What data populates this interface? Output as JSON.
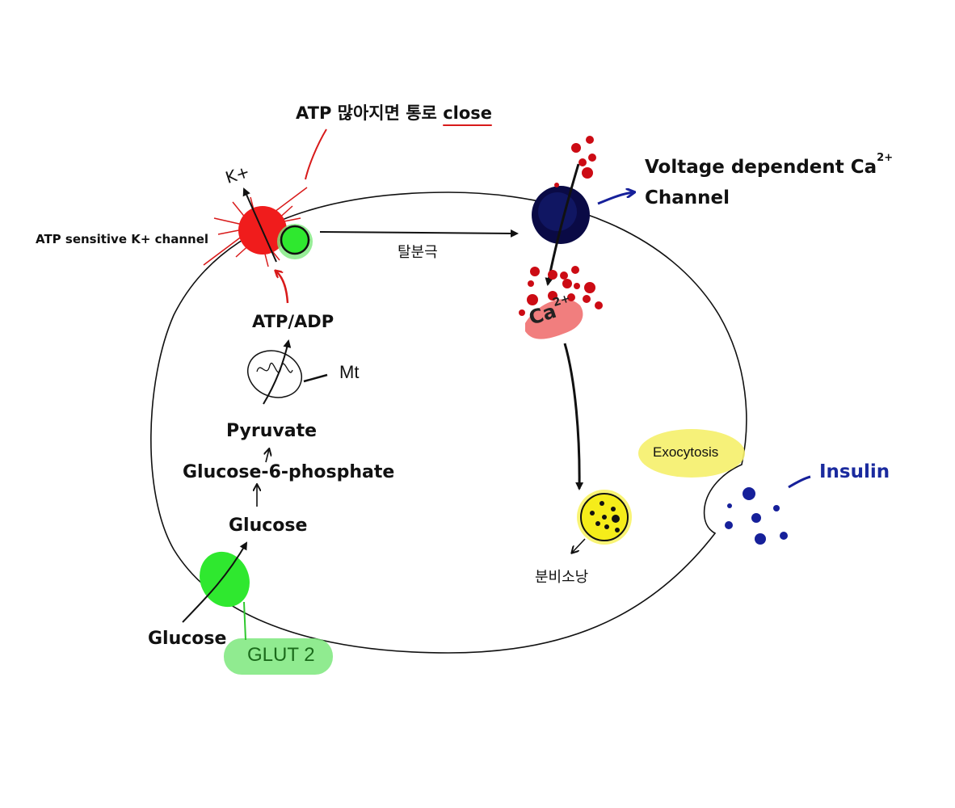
{
  "labels": {
    "atp_close_prefix": "ATP 많아지면 통로",
    "atp_close_word": "close",
    "katp_channel": "ATP sensitive K+ channel",
    "k_plus": "K+",
    "voltage_line1": "Voltage dependent Ca",
    "voltage_sup": "2+",
    "voltage_line2": "Channel",
    "depolarization": "탈분극",
    "calcium": "Ca",
    "calcium_sup": "2+",
    "atp_adp": "ATP/ADP",
    "mt": "Mt",
    "pyruvate": "Pyruvate",
    "g6p": "Glucose-6-phosphate",
    "glucose_inside": "Glucose",
    "glucose_outside": "Glucose",
    "glut2": "GLUT 2",
    "exocytosis": "Exocytosis",
    "insulin": "Insulin",
    "secretory_vesicle": "분비소낭"
  },
  "colors": {
    "katp_channel": "#f01c1c",
    "atp_bead": "#22dd22",
    "ca_channel": "#0a0a45",
    "calcium_dots": "#cc0b14",
    "calcium_blob": "#f07070",
    "glut2_highlight": "#7de87d",
    "glut2_transporter": "#2fe82f",
    "exocytosis_highlight": "#f5f06a",
    "vesicle": "#f5ec1a",
    "insulin_dots": "#16209a",
    "accent_red": "#d81a1a",
    "cell_membrane": "#111111"
  },
  "icons": {
    "katp_channel": "spiky-red-channel-icon",
    "atp_bead": "green-circle-icon",
    "ca_channel": "dark-blue-channel-icon",
    "mitochondrion": "mitochondrion-icon",
    "vesicle": "secretory-vesicle-icon",
    "glut2": "glut2-transporter-icon"
  }
}
